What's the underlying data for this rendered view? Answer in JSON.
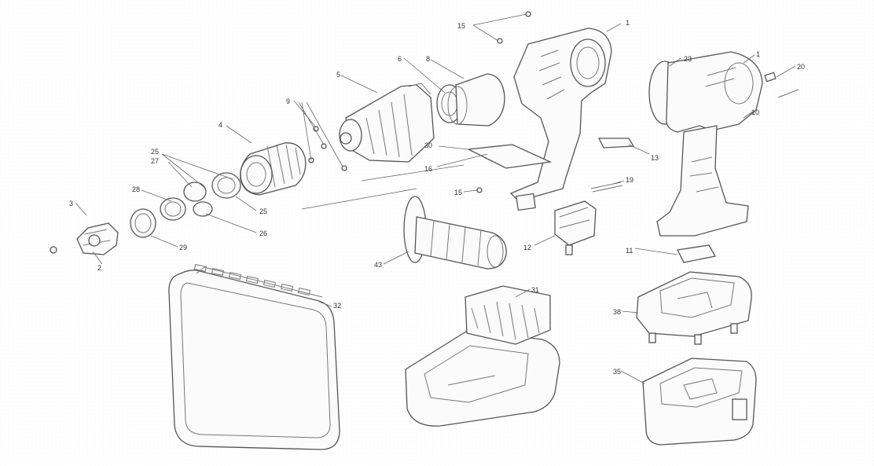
{
  "callouts": {
    "c1": "1",
    "c1b": "1",
    "c2": "2",
    "c3": "3",
    "c4": "4",
    "c5": "5",
    "c6": "6",
    "c8": "8",
    "c9": "9",
    "c10": "10",
    "c11": "11",
    "c12": "12",
    "c13": "13",
    "c15a": "15",
    "c15b": "15",
    "c16": "16",
    "c19": "19",
    "c20": "20",
    "c23": "23",
    "c25a": "25",
    "c25b": "25",
    "c26": "26",
    "c27": "27",
    "c28": "28",
    "c29": "29",
    "c30": "30",
    "c31": "31",
    "c32": "32",
    "c35": "35",
    "c38": "38",
    "c43": "43"
  }
}
